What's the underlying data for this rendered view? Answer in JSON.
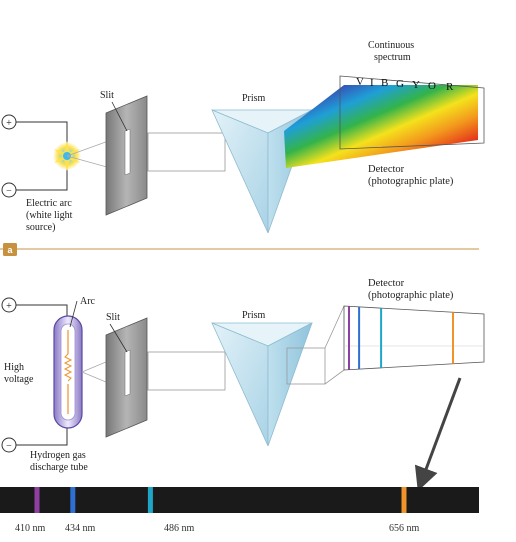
{
  "top": {
    "continuous_spectrum_label": [
      "Continuous",
      "spectrum"
    ],
    "vibgyor_letters": [
      "V",
      "I",
      "B",
      "G",
      "Y",
      "O",
      "R"
    ],
    "slit_label": "Slit",
    "prism_label": "Prism",
    "detector_label": [
      "Detector",
      "(photographic plate)"
    ],
    "source_label": [
      "Electric arc",
      "(white light",
      "source)"
    ],
    "plus_sign": "+",
    "minus_sign": "−"
  },
  "divider": {
    "panel_tag": "a",
    "color": "#c8913f"
  },
  "bottom": {
    "detector_label": [
      "Detector",
      "(photographic plate)"
    ],
    "arc_label": "Arc",
    "slit_label": "Slit",
    "prism_label": "Prism",
    "voltage_label": [
      "High",
      "voltage"
    ],
    "tube_label": [
      "Hydrogen gas",
      "discharge tube"
    ],
    "plus_sign": "+",
    "minus_sign": "−"
  },
  "line_spectrum": {
    "background": "#1a1a1a",
    "lines": [
      {
        "label": "410 nm",
        "nm": 410,
        "color": "#8e3fa0"
      },
      {
        "label": "434 nm",
        "nm": 434,
        "color": "#2f6fd1"
      },
      {
        "label": "486 nm",
        "nm": 486,
        "color": "#1fa6c7"
      },
      {
        "label": "656 nm",
        "nm": 656,
        "color": "#f0932b"
      }
    ]
  },
  "colors": {
    "prism_fill": "#cfe8f3",
    "plate_fill": "#9a9a9a",
    "wire": "#333333"
  }
}
